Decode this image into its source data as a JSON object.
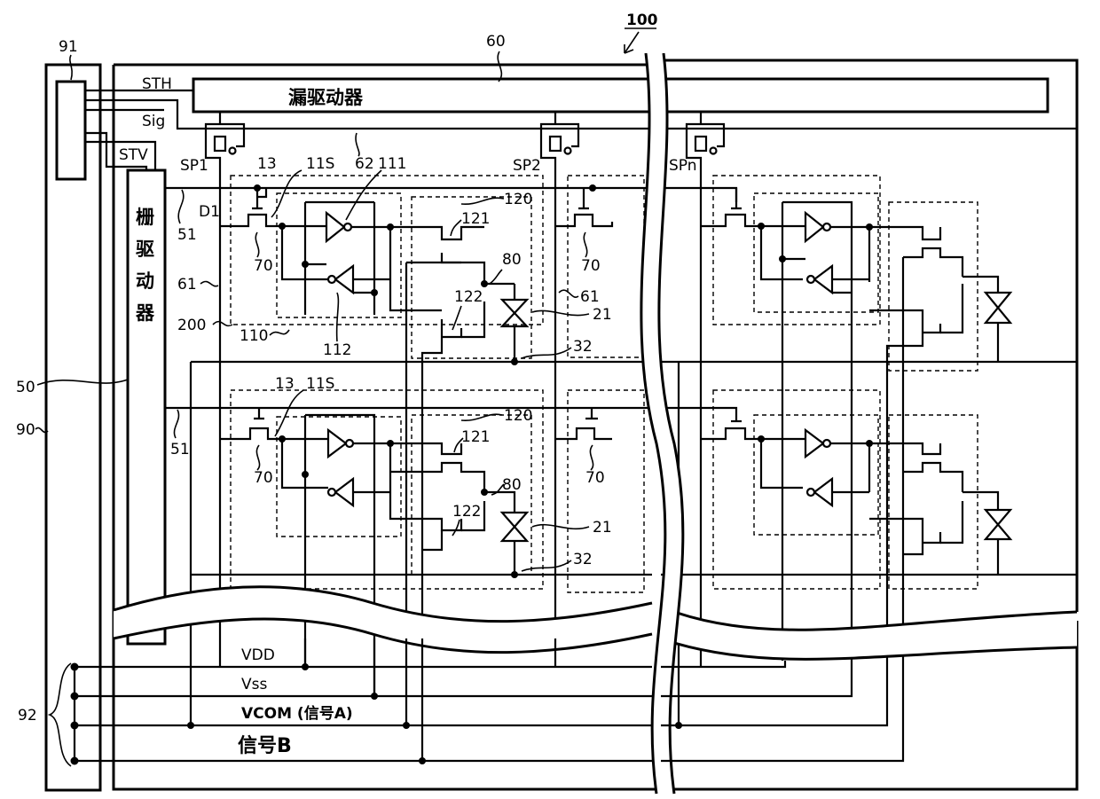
{
  "labels": {
    "ref_91": "91",
    "ref_60": "60",
    "ref_100": "100",
    "sth": "STH",
    "sig": "Sig",
    "stv": "STV",
    "source_driver": "漏驱动器",
    "gate_driver": [
      "栅",
      "驱",
      "动",
      "器"
    ],
    "sp1": "SP1",
    "sp2": "SP2",
    "spn": "SPn",
    "ref_13a": "13",
    "ref_11s_a": "11S",
    "ref_62": "62",
    "ref_111": "111",
    "ref_120a": "120",
    "ref_121a": "121",
    "ref_51a": "51",
    "ref_d1": "D1",
    "ref_70a": "70",
    "ref_70b": "70",
    "ref_80a": "80",
    "ref_61a": "61",
    "ref_61b": "61",
    "ref_122a": "122",
    "ref_21a": "21",
    "ref_200": "200",
    "ref_110": "110",
    "ref_112": "112",
    "ref_32a": "32",
    "ref_50": "50",
    "ref_90": "90",
    "ref_13b": "13",
    "ref_11s_b": "11S",
    "ref_120b": "120",
    "ref_121b": "121",
    "ref_51b": "51",
    "ref_70c": "70",
    "ref_70d": "70",
    "ref_80b": "80",
    "ref_122b": "122",
    "ref_21b": "21",
    "ref_32b": "32",
    "ref_92": "92",
    "vdd": "VDD",
    "vss": "Vss",
    "vcom": "VCOM (信号A)",
    "signal_b": "信号B"
  }
}
